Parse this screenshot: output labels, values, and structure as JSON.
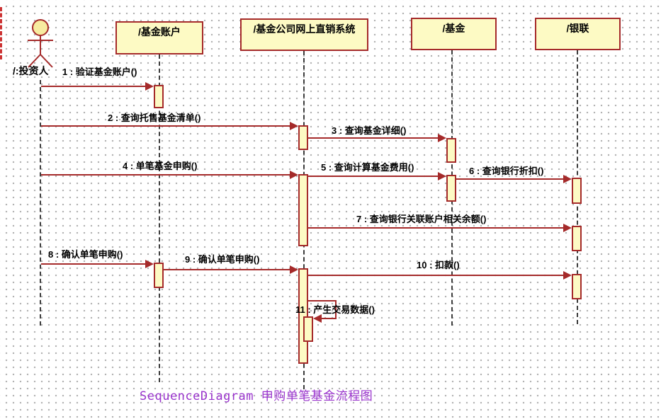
{
  "caption": "SequenceDiagram 申购单笔基金流程图",
  "actor": {
    "label": "/:投资人"
  },
  "lifelines": [
    {
      "label": "/基金账户"
    },
    {
      "label": "/基金公司网上直销系统"
    },
    {
      "label": "/基金"
    },
    {
      "label": "/银联"
    }
  ],
  "messages": [
    {
      "num": 1,
      "label": "1 : 验证基金账户()",
      "from": "投资人",
      "to": "基金账户"
    },
    {
      "num": 2,
      "label": "2 : 查询托售基金清单()",
      "from": "投资人",
      "to": "基金公司网上直销系统"
    },
    {
      "num": 3,
      "label": "3 : 查询基金详细()",
      "from": "基金公司网上直销系统",
      "to": "基金"
    },
    {
      "num": 4,
      "label": "4 : 单笔基金申购()",
      "from": "投资人",
      "to": "基金公司网上直销系统"
    },
    {
      "num": 5,
      "label": "5 : 查询计算基金费用()",
      "from": "基金公司网上直销系统",
      "to": "基金"
    },
    {
      "num": 6,
      "label": "6 : 查询银行折扣()",
      "from": "基金",
      "to": "银联"
    },
    {
      "num": 7,
      "label": "7 : 查询银行关联账户相关余额()",
      "from": "基金公司网上直销系统",
      "to": "银联"
    },
    {
      "num": 8,
      "label": "8 : 确认单笔申购()",
      "from": "投资人",
      "to": "基金账户"
    },
    {
      "num": 9,
      "label": "9 : 确认单笔申购()",
      "from": "基金账户",
      "to": "基金公司网上直销系统"
    },
    {
      "num": 10,
      "label": "10 : 扣款()",
      "from": "基金公司网上直销系统",
      "to": "银联"
    },
    {
      "num": 11,
      "label": "11 : 产生交易数据()",
      "from": "基金公司网上直销系统",
      "to": "基金公司网上直销系统"
    }
  ],
  "colors": {
    "accent_line": "#A52A2A",
    "shape_fill": "#FDFAC4",
    "head_fill": "#F7ECA0",
    "caption": "#9933CC",
    "lifeline": "#3C3C3C",
    "page_dash": "#CC3333",
    "grid_dot": "#B0B0B0",
    "text": "#000000"
  }
}
